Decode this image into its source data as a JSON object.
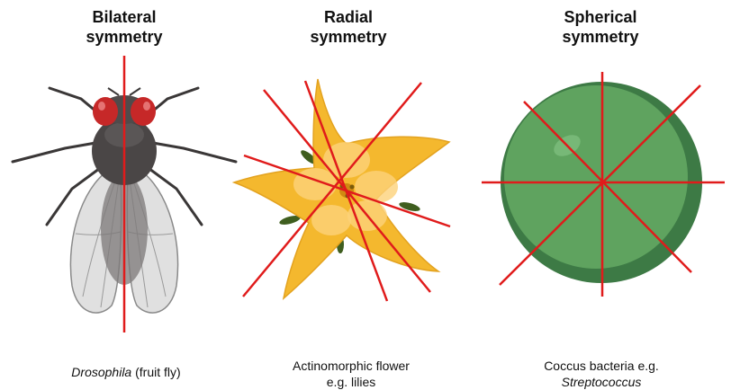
{
  "panels": [
    {
      "title_line1": "Bilateral",
      "title_line2": "symmetry",
      "caption_italic": "Drosophila",
      "caption_rest": " (fruit fly)",
      "illustration": "fruit-fly",
      "axes_of_symmetry": 1
    },
    {
      "title_line1": "Radial",
      "title_line2": "symmetry",
      "caption_line1": "Actinomorphic flower",
      "caption_line2": "e.g. lilies",
      "illustration": "five-petal-flower",
      "axes_of_symmetry": 4
    },
    {
      "title_line1": "Spherical",
      "title_line2": "symmetry",
      "caption_line1": "Coccus bacteria e.g.",
      "caption_line2_italic": "Streptococcus",
      "illustration": "coccus-sphere",
      "axes_of_symmetry": 4
    }
  ],
  "colors": {
    "symmetry_line": "#e01b1b",
    "fly_body": "#4a4646",
    "fly_eye": "#c62828",
    "petal": "#f4b82e",
    "petal_light": "#fcd27a",
    "sepal": "#3f5e1f",
    "sphere": "#5fa35f",
    "sphere_edge": "#3d7a45"
  }
}
